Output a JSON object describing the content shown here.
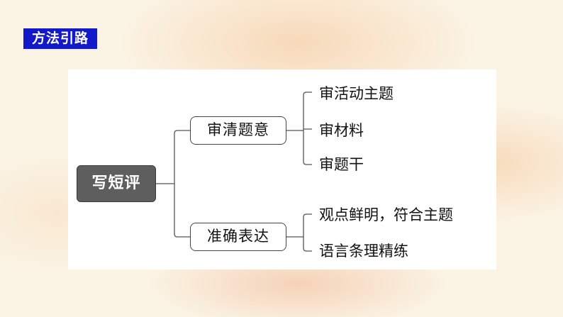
{
  "tag": {
    "label": "方法引路"
  },
  "diagram": {
    "root": "写短评",
    "branches": [
      {
        "label": "审清题意",
        "children": [
          "审活动主题",
          "审材料",
          "审题干"
        ]
      },
      {
        "label": "准确表达",
        "children": [
          "观点鲜明，符合主题",
          "语言条理精练"
        ]
      }
    ]
  },
  "colors": {
    "tag_bg": "#1419c8",
    "root_bg": "#5e5e5e",
    "line": "#555555"
  }
}
